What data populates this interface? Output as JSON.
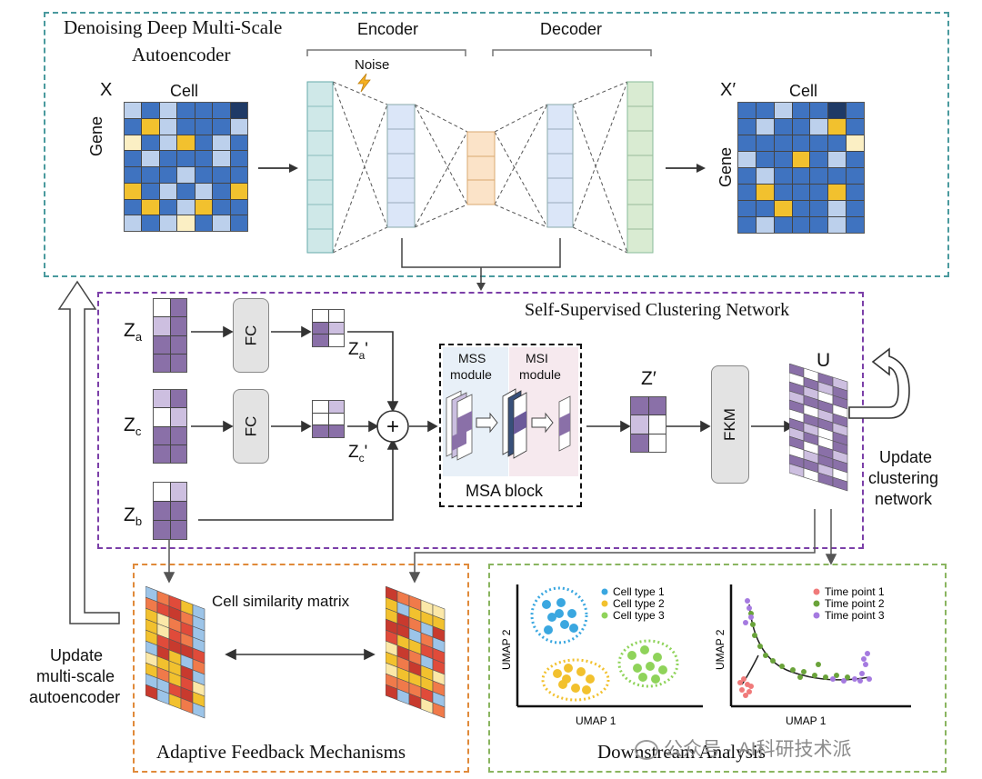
{
  "top_panel": {
    "title_line1": "Denoising Deep Multi-Scale",
    "title_line2": "Autoencoder",
    "encoder_label": "Encoder",
    "decoder_label": "Decoder",
    "noise_label": "Noise",
    "input_matrix": {
      "symbol": "X",
      "col_label": "Cell",
      "row_label": "Gene"
    },
    "output_matrix": {
      "symbol": "X′",
      "col_label": "Cell",
      "row_label": "Gene"
    }
  },
  "middle_panel": {
    "title": "Self-Supervised Clustering Network",
    "za_label": "Z",
    "za_sub": "a",
    "zc_label": "Z",
    "zc_sub": "c",
    "zb_label": "Z",
    "zb_sub": "b",
    "za_prime_sub": "a",
    "zc_prime_sub": "c",
    "prime_mark": "'",
    "fc_label_1": "FC",
    "fc_label_2": "FC",
    "plus_symbol": "+",
    "mss_line1": "MSS",
    "mss_line2": "module",
    "msi_line1": "MSI",
    "msi_line2": "module",
    "msa_label": "MSA block",
    "z_prime_label": "Z′",
    "fkm_label": "FKM",
    "u_label": "U"
  },
  "side_labels": {
    "update_clustering": [
      "Update",
      "clustering",
      "network"
    ],
    "update_autoencoder": [
      "Update",
      "multi-scale",
      "autoencoder"
    ]
  },
  "feedback_panel": {
    "title": "Adaptive Feedback Mechanisms",
    "similarity_label": "Cell similarity matrix"
  },
  "downstream_panel": {
    "title": "Downstream Analysis",
    "chart_data": [
      {
        "type": "scatter",
        "xlabel": "UMAP 1",
        "ylabel": "UMAP 2",
        "legend_position": "top-right",
        "series": [
          {
            "name": "Cell type 1",
            "color": "#3aa7e0"
          },
          {
            "name": "Cell type 2",
            "color": "#f2c12e"
          },
          {
            "name": "Cell type 3",
            "color": "#8fd35a"
          }
        ]
      },
      {
        "type": "scatter",
        "xlabel": "UMAP 1",
        "ylabel": "UMAP 2",
        "legend_position": "top-right",
        "series": [
          {
            "name": "Time point 1",
            "color": "#f07a7a"
          },
          {
            "name": "Time point 2",
            "color": "#6aa33a"
          },
          {
            "name": "Time point 3",
            "color": "#a57ae0"
          }
        ]
      }
    ]
  },
  "watermark": "公众号 · AI科研技术派",
  "colors": {
    "teal_border": "#4a9a9e",
    "purple_border": "#7b3fa8",
    "orange_border": "#e08a3a",
    "green_border": "#8ab560",
    "matrix_blue": "#3f73c0",
    "matrix_yellow": "#f2c12e",
    "matrix_light_blue": "#bcd0ec",
    "matrix_navy": "#1f3a66",
    "matrix_cream": "#fbefc4",
    "purple_cell": "#8a70a8",
    "light_purple_cell": "#cdbfe0"
  }
}
